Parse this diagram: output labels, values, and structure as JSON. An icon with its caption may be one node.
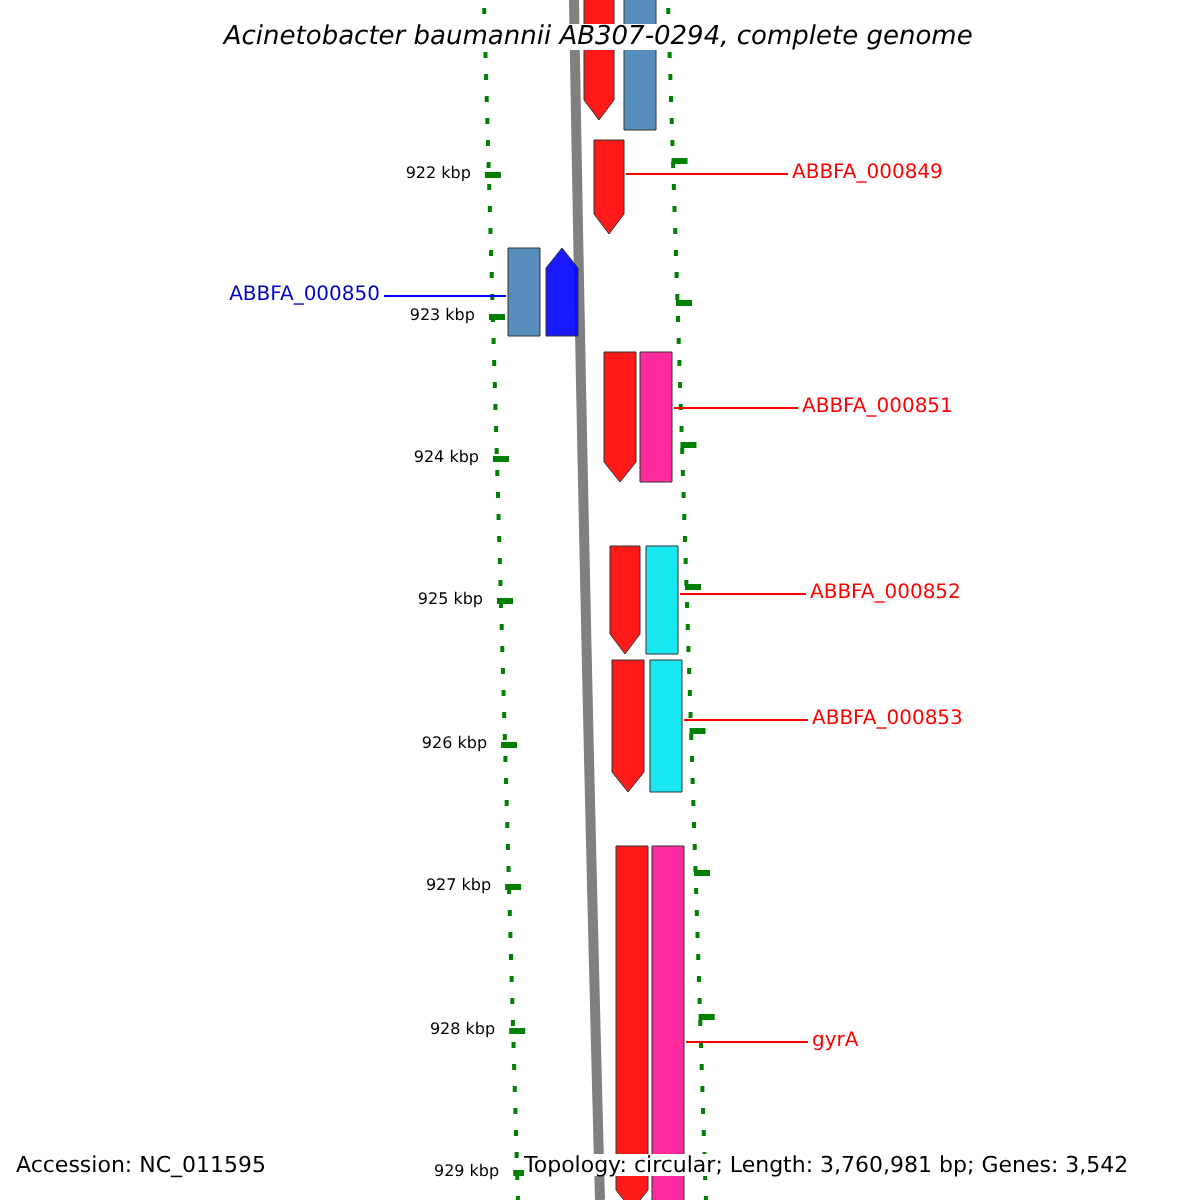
{
  "diagram": {
    "title": "Acinetobacter baumannii AB307-0294, complete genome",
    "nodes": [
      {
        "text": [],
        "shape": "arrow"
      },
      {
        "text": [],
        "shape": "bar"
      },
      {
        "text": [
          "ABBFA_000849"
        ]
      },
      {
        "text": [],
        "shape": "arrow"
      },
      {
        "text": [
          "ABBFA_000850"
        ]
      },
      {
        "text": [],
        "shape": "bar"
      },
      {
        "text": [],
        "shape": "arrow"
      },
      {
        "text": [
          "ABBFA_000851"
        ]
      },
      {
        "text": [],
        "shape": "arrow"
      },
      {
        "text": [],
        "shape": "bar"
      },
      {
        "text": [
          "ABBFA_000852"
        ]
      },
      {
        "text": [],
        "shape": "arrow"
      },
      {
        "text": [],
        "shape": "bar"
      },
      {
        "text": [
          "ABBFA_000853"
        ]
      },
      {
        "text": [],
        "shape": "arrow"
      },
      {
        "text": [],
        "shape": "bar"
      },
      {
        "text": [
          "gyrA"
        ]
      },
      {
        "text": [],
        "shape": "arrow"
      },
      {
        "text": [],
        "shape": "bar"
      }
    ],
    "edges": [
      {
        "from": 2,
        "to": 3,
        "arrow": "none"
      },
      {
        "from": 4,
        "to": 5,
        "arrow": "none",
        "color": "#0000ff"
      },
      {
        "from": 7,
        "to": 9,
        "arrow": "none"
      },
      {
        "from": 10,
        "to": 12,
        "arrow": "none"
      },
      {
        "from": 13,
        "to": 15,
        "arrow": "none"
      },
      {
        "from": 16,
        "to": 18,
        "arrow": "none"
      }
    ],
    "labels": [
      "922 kbp",
      "923 kbp",
      "924 kbp",
      "925 kbp",
      "926 kbp",
      "927 kbp",
      "928 kbp",
      "929 kbp",
      "Accession: NC_011595",
      "Topology: circular; Length: 3,760,981 bp; Genes: 3,542"
    ]
  }
}
